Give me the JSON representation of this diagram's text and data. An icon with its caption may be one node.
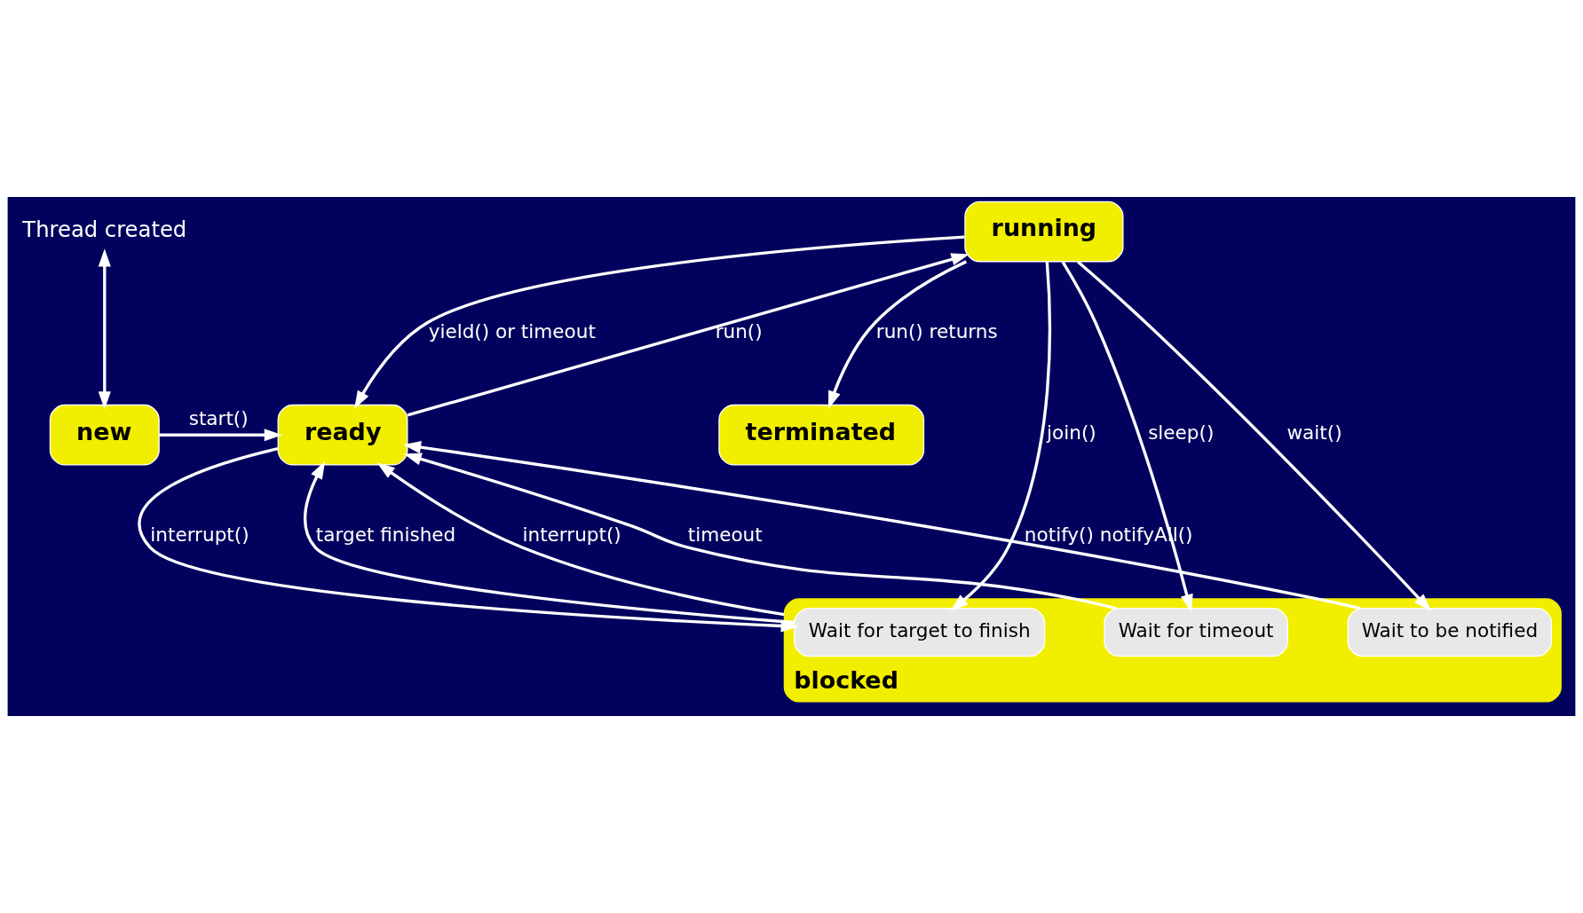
{
  "diagram": {
    "nodes": [
      {
        "text": [
          "Thread created"
        ]
      },
      {
        "text": [
          "new"
        ]
      },
      {
        "text": [
          "ready"
        ]
      },
      {
        "text": [
          "running"
        ]
      },
      {
        "text": [
          "terminated"
        ]
      },
      {
        "text": [
          "blocked"
        ]
      },
      {
        "text": [
          "Wait for target to finish"
        ],
        "in": 5
      },
      {
        "text": [
          "Wait for timeout"
        ],
        "in": 5
      },
      {
        "text": [
          "Wait to be notified"
        ],
        "in": 5
      }
    ],
    "edges": [
      {
        "from": 0,
        "to": 1,
        "arrow": "both"
      },
      {
        "from": 1,
        "to": 2,
        "arrow": "to",
        "label": "start()"
      },
      {
        "from": 3,
        "to": 2,
        "arrow": "to",
        "label": "yield() or timeout"
      },
      {
        "from": 2,
        "to": 3,
        "arrow": "to",
        "label": "run()"
      },
      {
        "from": 3,
        "to": 4,
        "arrow": "to",
        "label": "run() returns"
      },
      {
        "from": 2,
        "to": 6,
        "arrow": "to",
        "label": "interrupt()"
      },
      {
        "from": 6,
        "to": 2,
        "arrow": "to",
        "label": "target finished"
      },
      {
        "from": 3,
        "to": 6,
        "arrow": "to",
        "label": "join()"
      },
      {
        "from": 3,
        "to": 7,
        "arrow": "to",
        "label": "sleep()"
      },
      {
        "from": 3,
        "to": 8,
        "arrow": "to",
        "label": "wait()"
      },
      {
        "from": 7,
        "to": 2,
        "arrow": "to",
        "label": "timeout"
      },
      {
        "from": 8,
        "to": 2,
        "arrow": "to",
        "label": "notify() notifyAll()"
      },
      {
        "from": 5,
        "to": 2,
        "arrow": "to",
        "label": "interrupt()"
      }
    ]
  }
}
